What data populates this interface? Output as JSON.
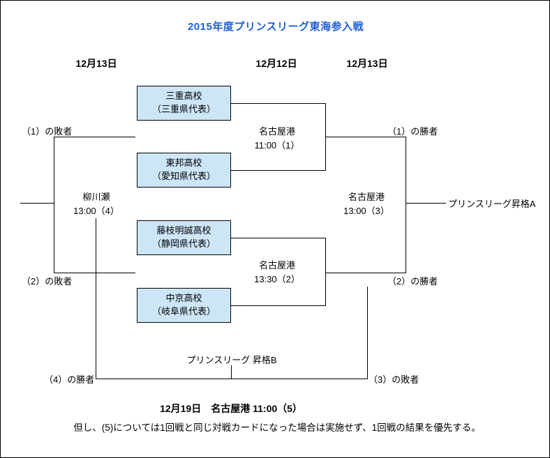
{
  "title": "2015年度プリンスリーグ東海参入戦",
  "title_color": "#1F5FD8",
  "box_color": "#CDE6F7",
  "columns": {
    "left_date": "12月13日",
    "middle_date": "12月12日",
    "right_date": "12月13日"
  },
  "teams": [
    {
      "name": "三重高校",
      "pref": "（三重県代表）"
    },
    {
      "name": "東邦高校",
      "pref": "（愛知県代表）"
    },
    {
      "name": "藤枝明誠高校",
      "pref": "（静岡県代表）"
    },
    {
      "name": "中京高校",
      "pref": "（岐阜県代表）"
    }
  ],
  "matches": {
    "m1": {
      "venue": "名古屋港",
      "time": "11:00（1）"
    },
    "m2": {
      "venue": "名古屋港",
      "time": "13:30（2）"
    },
    "m3": {
      "venue": "名古屋港",
      "time": "13:00（3）"
    },
    "m4": {
      "venue": "柳川瀬",
      "time": "13:00（4）"
    }
  },
  "labels": {
    "loser1": "（1）の敗者",
    "loser2": "（2）の敗者",
    "winner1": "（1）の勝者",
    "winner2": "（2）の勝者",
    "winner4": "（4）の勝者",
    "loser3": "（3）の敗者",
    "promote_a": "プリンスリーグ昇格A",
    "promote_b": "プリンスリーグ 昇格B"
  },
  "footer": {
    "line1": "12月19日　名古屋港 11:00（5）",
    "line2": "但し、(5)については1回戦と同じ対戦カードになった場合は実施せず、1回戦の結果を優先する。"
  }
}
